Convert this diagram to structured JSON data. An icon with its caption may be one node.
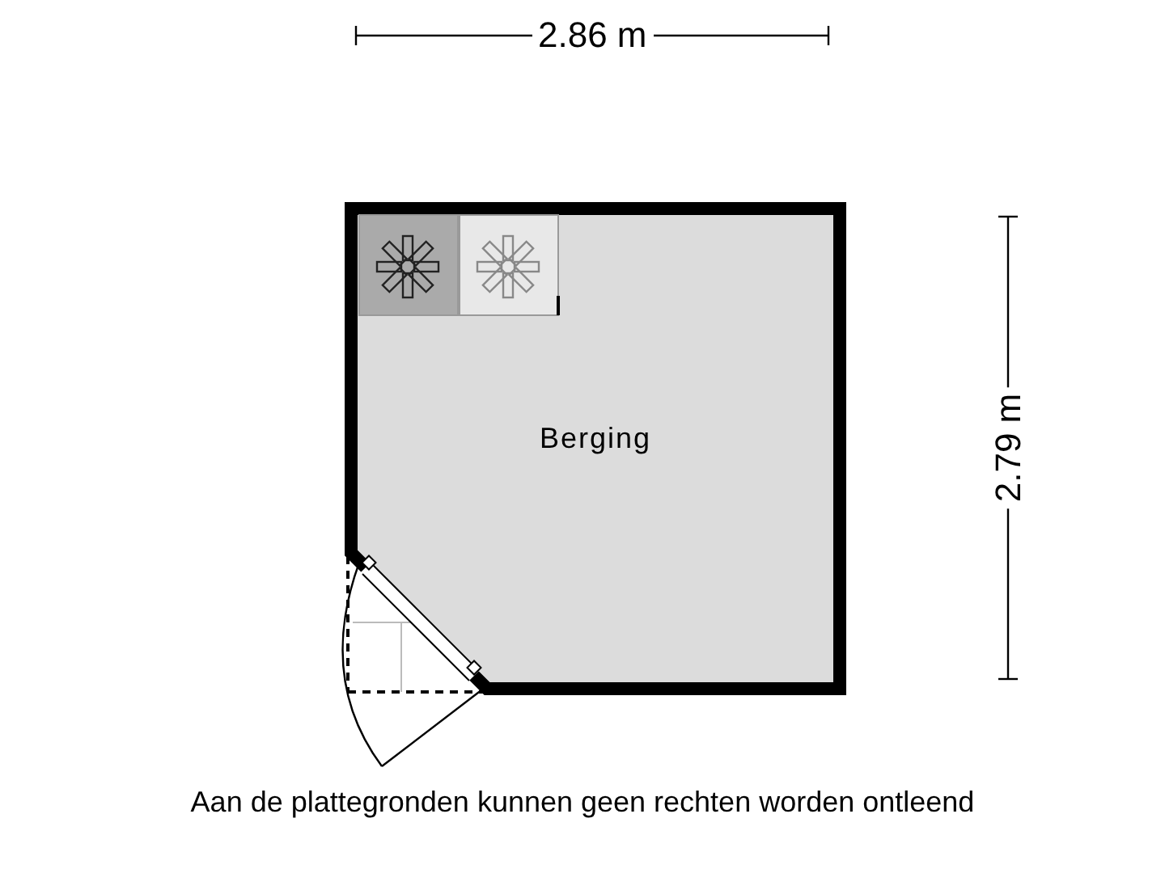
{
  "diagram": {
    "caption": "Aan de plattegronden kunnen geen rechten worden ontleend",
    "nodes": [
      {
        "text": [
          "Berging"
        ]
      }
    ],
    "labels": [
      "2.86 m",
      "2.79 m"
    ]
  }
}
